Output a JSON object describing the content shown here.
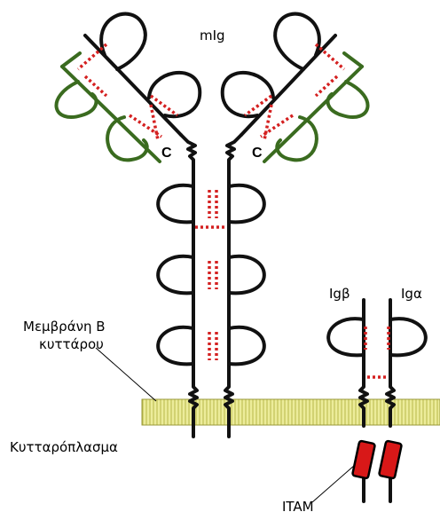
{
  "labels": {
    "mig": "mIg",
    "c_left": "C",
    "c_right": "C",
    "ig_beta": "Igβ",
    "ig_alpha": "Igα",
    "membrane_line1": "Μεμβράνη Β",
    "membrane_line2": "κυττάρου",
    "cytoplasm": "Κυτταρόπλασμα",
    "itam": "ITAM"
  },
  "colors": {
    "heavy_chain": "#111111",
    "light_chain": "#3a6b1f",
    "disulfide": "#d42020",
    "membrane_fill": "#ecec9a",
    "membrane_stripes": "#b8b84a",
    "itam_fill": "#d81818"
  }
}
